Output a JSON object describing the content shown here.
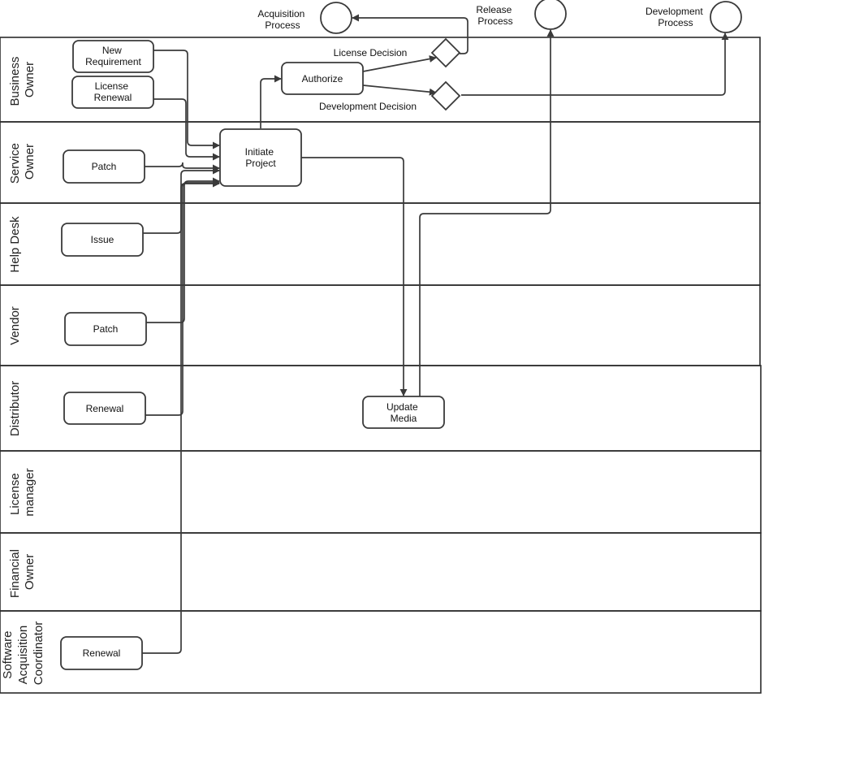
{
  "lanes": [
    {
      "label_lines": [
        "Business",
        "Owner"
      ]
    },
    {
      "label_lines": [
        "Service",
        "Owner"
      ]
    },
    {
      "label_lines": [
        "Help Desk"
      ]
    },
    {
      "label_lines": [
        "Vendor"
      ]
    },
    {
      "label_lines": [
        "Distributor"
      ]
    },
    {
      "label_lines": [
        "License",
        "manager"
      ]
    },
    {
      "label_lines": [
        "Financial",
        "Owner"
      ]
    },
    {
      "label_lines": [
        "Software",
        "Acquisition",
        "Coordinator"
      ]
    }
  ],
  "tasks": {
    "new_requirement": [
      "New",
      "Requirement"
    ],
    "license_renewal": [
      "License",
      "Renewal"
    ],
    "authorize": [
      "Authorize"
    ],
    "initiate_project": [
      "Initiate",
      "Project"
    ],
    "service_patch": [
      "Patch"
    ],
    "issue": [
      "Issue"
    ],
    "vendor_patch": [
      "Patch"
    ],
    "distributor_renewal": [
      "Renewal"
    ],
    "update_media": [
      "Update",
      "Media"
    ],
    "coordinator_renewal": [
      "Renewal"
    ]
  },
  "events": {
    "acquisition": [
      "Acquisition",
      "Process"
    ],
    "release": [
      "Release",
      "Process"
    ],
    "development": [
      "Development",
      "Process"
    ]
  },
  "gateways": {
    "license_decision": "License Decision",
    "development_decision": "Development Decision"
  }
}
